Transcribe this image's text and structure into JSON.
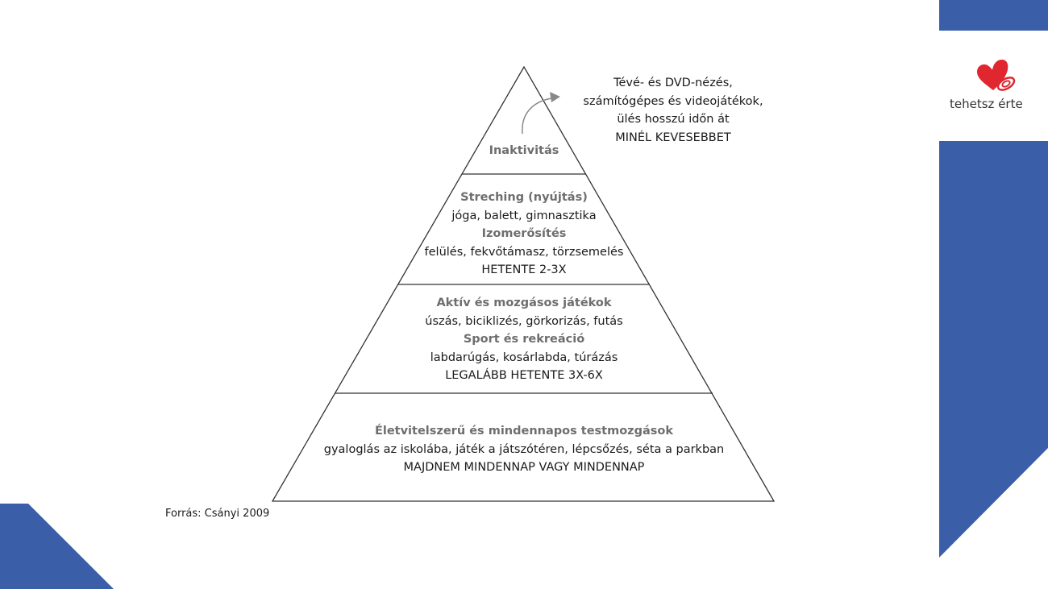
{
  "brand": {
    "logo_text_1": "tehetsz",
    "logo_text_2": "érte",
    "accent_color": "#3a5fa8",
    "heart_color": "#e0262f"
  },
  "callout": {
    "lines": [
      "Tévé- és DVD-nézés,",
      "számítógépes és videojátékok,",
      "ülés hosszú időn át",
      "MINÉL KEVESEBBET"
    ]
  },
  "pyramid": {
    "levels": [
      {
        "lines": [
          {
            "text": "Inaktivitás",
            "heading": true
          }
        ]
      },
      {
        "lines": [
          {
            "text": "Streching (nyújtás)",
            "heading": true
          },
          {
            "text": "jóga, balett, gimnasztika"
          },
          {
            "text": "Izomerősítés",
            "heading": true
          },
          {
            "text": "felülés, fekvőtámasz, törzsemelés"
          },
          {
            "text": "HETENTE 2-3X"
          }
        ]
      },
      {
        "lines": [
          {
            "text": "Aktív és mozgásos játékok",
            "heading": true
          },
          {
            "text": "úszás, biciklizés, görkorizás, futás"
          },
          {
            "text": "Sport és rekreáció",
            "heading": true
          },
          {
            "text": "labdarúgás, kosárlabda, túrázás"
          },
          {
            "text": "LEGALÁBB HETENTE 3X-6X"
          }
        ]
      },
      {
        "lines": [
          {
            "text": "Életvitelszerű és mindennapos testmozgások",
            "heading": true
          },
          {
            "text": "gyaloglás az iskolába, játék a játszótéren, lépcsőzés, séta a parkban"
          },
          {
            "text": "MAJDNEM MINDENNAP VAGY MINDENNAP"
          }
        ]
      }
    ]
  },
  "source": "Forrás: Csányi 2009"
}
